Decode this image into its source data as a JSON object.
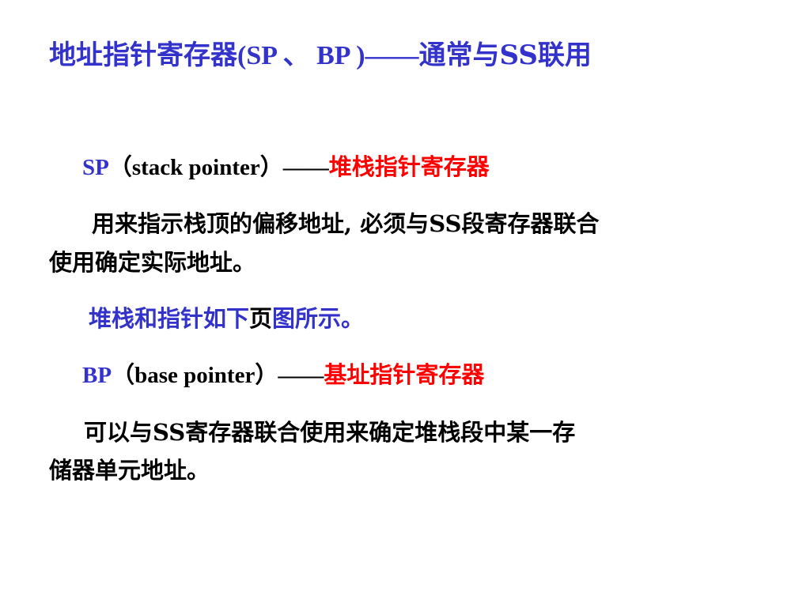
{
  "title": {
    "prefix": "地址指针寄存器(SP 、 BP )——",
    "suffix": "通常与SS联用"
  },
  "sp_heading": {
    "abbr": "SP",
    "full": "（stack pointer）——",
    "cn": "堆栈指针寄存器"
  },
  "sp_desc": {
    "line1": "用来指示栈顶的偏移地址, 必须与SS段寄存器联合",
    "line2": "使用确定实际地址。"
  },
  "stack_note": {
    "part1": "堆栈和指针如下",
    "part2": "页",
    "part3": "图所示。"
  },
  "bp_heading": {
    "abbr": "BP",
    "full": "（base pointer）——",
    "cn": "基址指针寄存器"
  },
  "bp_desc": {
    "line1": "可以与SS寄存器联合使用来确定堆栈段中某一存",
    "line2": "储器单元地址。"
  },
  "colors": {
    "blue": "#3333cc",
    "red": "#ff0000",
    "black": "#000000",
    "background": "#ffffff"
  }
}
